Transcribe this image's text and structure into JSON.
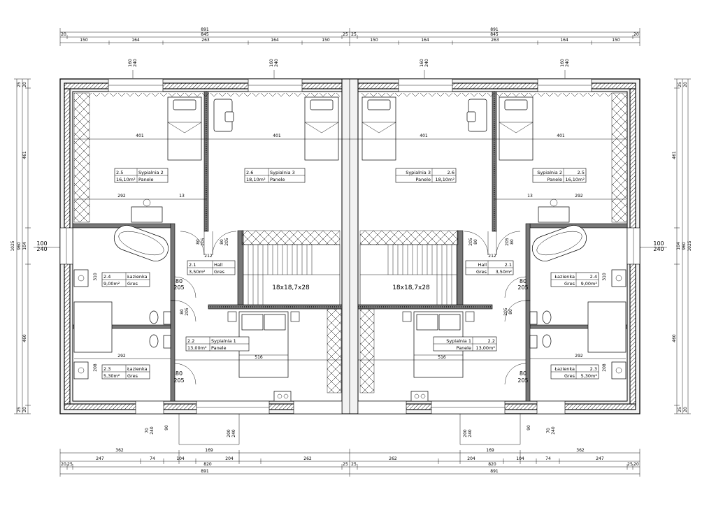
{
  "dimensions": {
    "top": {
      "overall": [
        "891",
        "891"
      ],
      "mid": [
        "20",
        "845",
        "25",
        "25",
        "845",
        "20"
      ],
      "segments_left": [
        "150",
        "164",
        "263",
        "164",
        "150"
      ],
      "segments_right": [
        "150",
        "164",
        "263",
        "164",
        "150"
      ]
    },
    "bottom": {
      "row1_left": [
        "362",
        "169"
      ],
      "row1_right": [
        "169",
        "362"
      ],
      "row2_left": [
        "247",
        "74",
        "104",
        "204",
        "262"
      ],
      "row2_right": [
        "262",
        "204",
        "104",
        "74",
        "247"
      ],
      "row3_left": [
        "20",
        "25",
        "820",
        "25"
      ],
      "row3_right": [
        "25",
        "820",
        "25",
        "20"
      ],
      "overall": [
        "891",
        "891"
      ]
    },
    "side": {
      "outer": "1025",
      "inner": "960",
      "seg": [
        "25",
        "20",
        "461",
        "104",
        "460",
        "20",
        "25"
      ]
    },
    "window_tags": [
      "160",
      "240"
    ],
    "side_window": [
      "100",
      "240"
    ],
    "bottom_window_left": [
      "70",
      "240",
      "90",
      "200",
      "240"
    ],
    "bottom_window_right": [
      "200",
      "240",
      "90",
      "70",
      "240"
    ],
    "door": [
      "80",
      "205"
    ],
    "inner": [
      "401",
      "292",
      "212",
      "516",
      "310",
      "460",
      "208",
      "13",
      "104"
    ]
  },
  "rooms_left": [
    {
      "num": "2.5",
      "name": "Sypialnia 2",
      "area": "16,10m²",
      "floor": "Panele"
    },
    {
      "num": "2.6",
      "name": "Sypialnia 3",
      "area": "18,10m²",
      "floor": "Panele"
    },
    {
      "num": "2.4",
      "name": "Łazienka",
      "area": "9,00m²",
      "floor": "Gres"
    },
    {
      "num": "2.1",
      "name": "Hall",
      "area": "3,50m²",
      "floor": "Gres"
    },
    {
      "num": "2.2",
      "name": "Sypialnia 1",
      "area": "13,00m²",
      "floor": "Panele"
    },
    {
      "num": "2.3",
      "name": "Łazienka",
      "area": "5,30m²",
      "floor": "Gres"
    }
  ],
  "rooms_right": [
    {
      "num": "2.6",
      "name": "Sypialnia 3",
      "area": "18,10m²",
      "floor": "Panele"
    },
    {
      "num": "2.5",
      "name": "Sypialnia 2",
      "area": "16,10m²",
      "floor": "Panele"
    },
    {
      "num": "2.1",
      "name": "Hall",
      "area": "3,50m²",
      "floor": "Gres"
    },
    {
      "num": "2.4",
      "name": "Łazienka",
      "area": "9,00m²",
      "floor": "Gres"
    },
    {
      "num": "2.2",
      "name": "Sypialnia 1",
      "area": "13,00m²",
      "floor": "Panele"
    },
    {
      "num": "2.3",
      "name": "Łazienka",
      "area": "5,30m²",
      "floor": "Gres"
    }
  ],
  "stairs": "18x18,7x28",
  "colors": {
    "ink": "#000000",
    "wall_fill": "#f2f2f2",
    "paper": "#ffffff"
  }
}
